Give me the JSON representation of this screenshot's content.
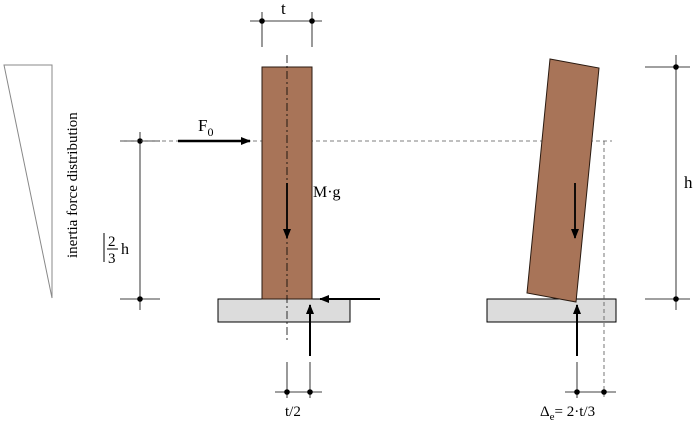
{
  "labels": {
    "thickness": "t",
    "force": "F",
    "force_subscript": "0",
    "weight": "M·g",
    "two_thirds_num": "2",
    "two_thirds_den": "3",
    "two_thirds_var": "h",
    "height": "h",
    "half_t": "t/2",
    "delta": "Δ",
    "delta_subscript": "e",
    "delta_value": "= 2·t/3",
    "inertia": "inertia force distribution"
  },
  "colors": {
    "wall_fill": "#a87458",
    "wall_stroke": "#2a1a10",
    "base_fill": "#dcdcdc",
    "line": "#000000",
    "dash": "#555555"
  }
}
